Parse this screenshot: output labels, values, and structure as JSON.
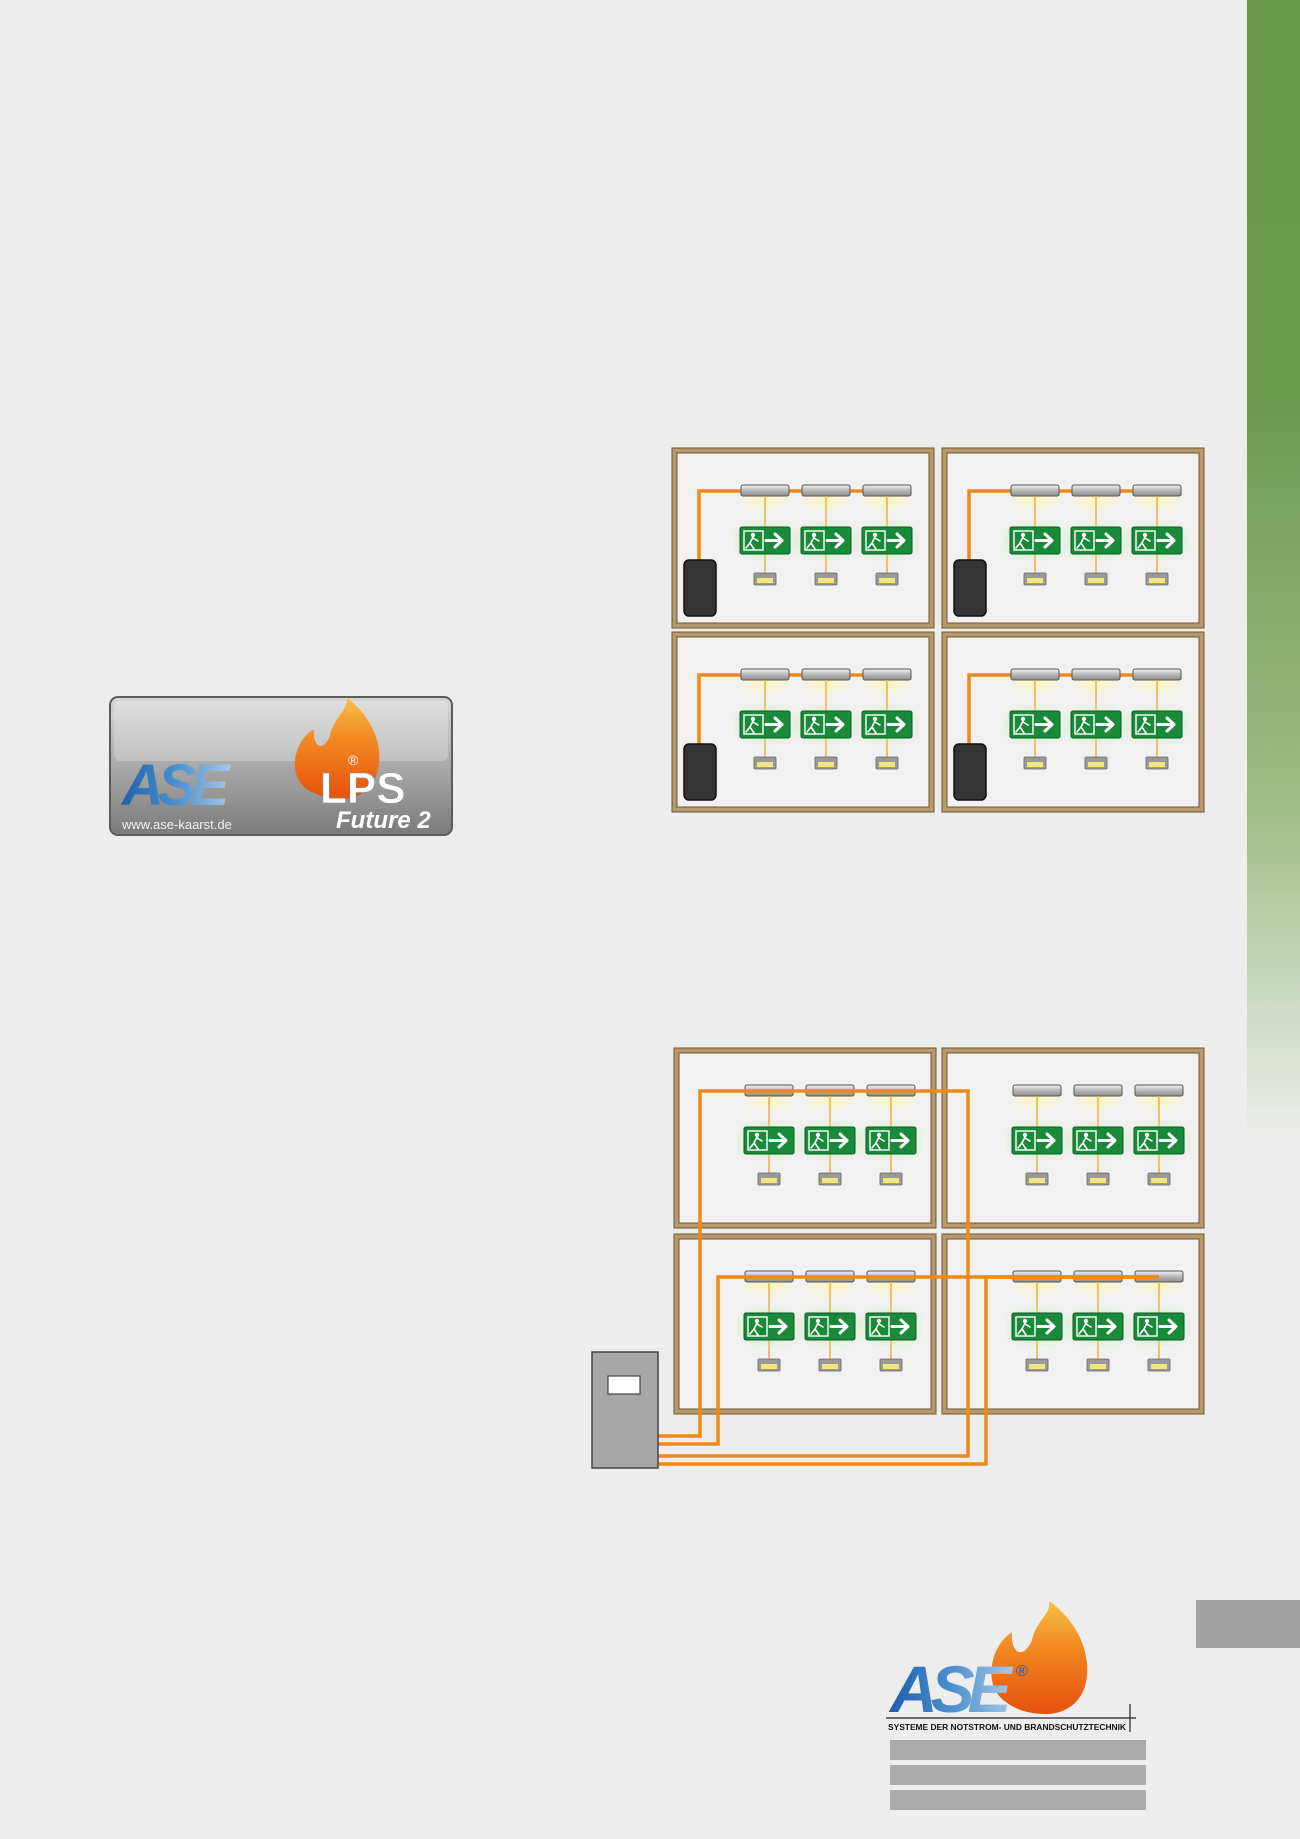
{
  "badge": {
    "brand": "ASE",
    "registered": "®",
    "product": "LPS",
    "version": "Future 2",
    "url": "www.ase-kaarst.de"
  },
  "brand_logo": {
    "name": "ASE",
    "registered": "®",
    "tagline": "SYSTEME DER NOTSTROM- UND BRANDSCHUTZTECHNIK"
  },
  "diagrams": {
    "local": {
      "rooms": 4,
      "luminaires_per_room": 3
    },
    "central": {
      "rooms": 4,
      "luminaires_per_room": 3
    }
  },
  "colors": {
    "accent_green": "#6a974a",
    "wall": "#b79a6c",
    "cable": "#ef8a17",
    "exit_sign": "#198a3a",
    "battery_unit": "#343434",
    "central_cabinet": "#a7a7a7"
  }
}
